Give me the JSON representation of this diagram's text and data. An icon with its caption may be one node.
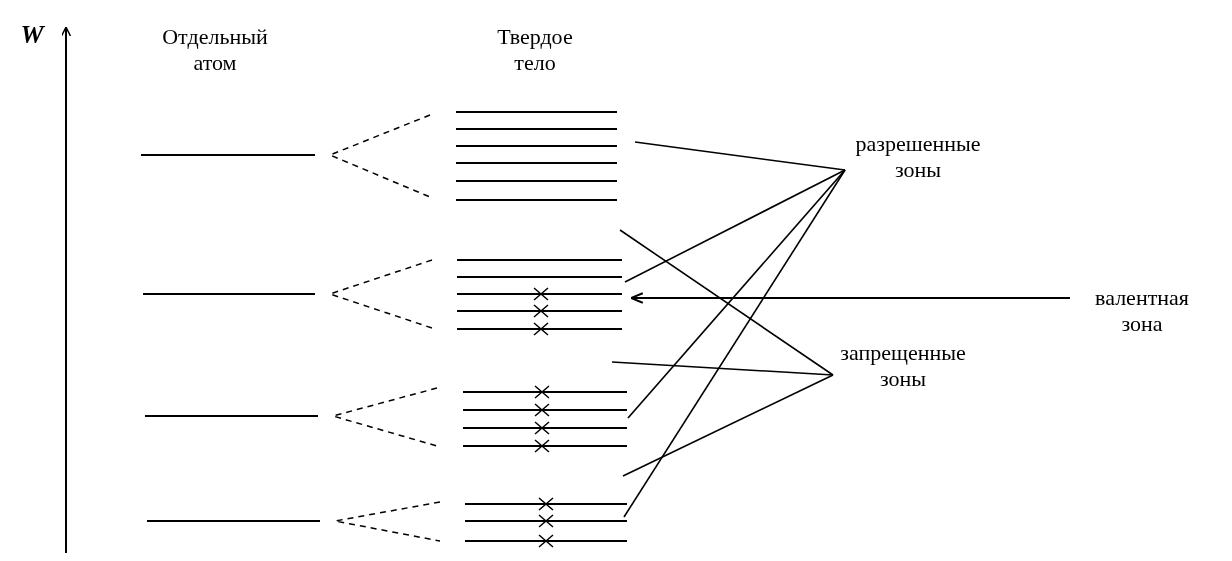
{
  "diagram": {
    "nodes": [
      {
        "text": [],
        "shape": "bar"
      },
      {
        "text": [
          "разрешенные зоны"
        ]
      },
      {
        "text": [],
        "shape": "bar"
      },
      {
        "text": [
          "валентная зона"
        ]
      },
      {
        "text": [
          "запрещенные зоны"
        ]
      },
      {
        "text": [],
        "shape": "bar"
      },
      {
        "text": [],
        "shape": "bar"
      }
    ],
    "edges": [
      {
        "from": 1,
        "to": 0,
        "arrow": "none"
      },
      {
        "from": 1,
        "to": 2,
        "arrow": "none"
      },
      {
        "from": 1,
        "to": 5,
        "arrow": "none"
      },
      {
        "from": 1,
        "to": 6,
        "arrow": "none"
      },
      {
        "from": 3,
        "to": 2,
        "arrow": "to"
      },
      {
        "from": 4,
        "to": null,
        "arrow": "none"
      },
      {
        "from": 4,
        "to": null,
        "arrow": "none"
      },
      {
        "from": 4,
        "to": null,
        "arrow": "none"
      }
    ],
    "labels": [
      "W",
      "Отдельный атом",
      "Твердое тело"
    ]
  }
}
